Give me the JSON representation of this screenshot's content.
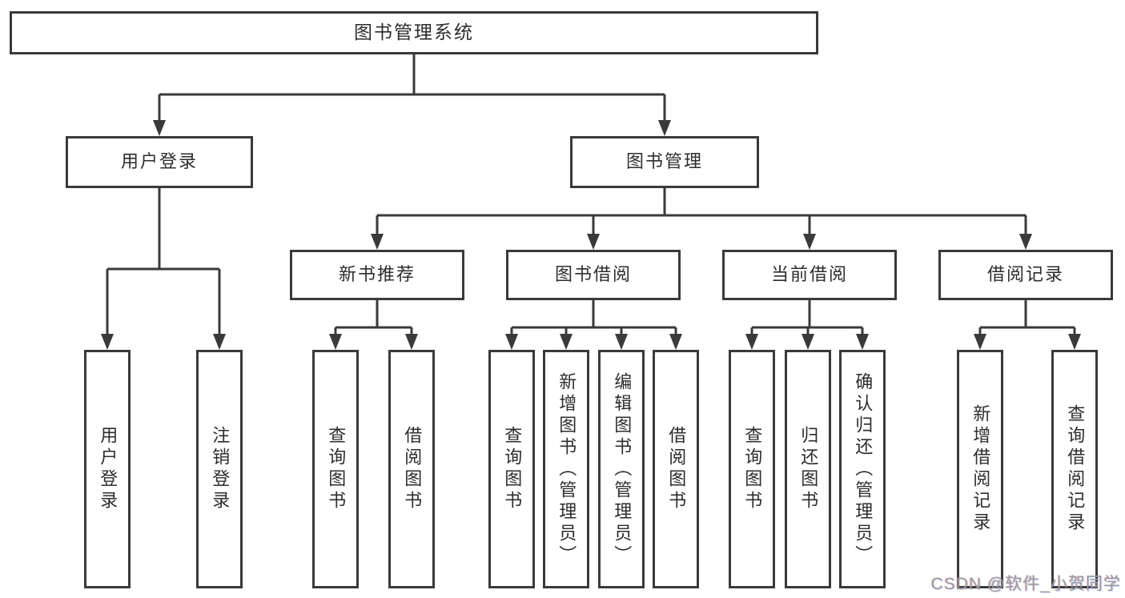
{
  "diagram": {
    "title": "图书管理系统",
    "watermark": "CSDN @软件_小贺同学",
    "colors": {
      "line": "#3a3a3a",
      "box_bg": "#ffffff",
      "text": "#2d2d2d",
      "watermark": "#9b9b9b",
      "background": "#ffffff"
    },
    "tree": {
      "label": "图书管理系统",
      "children": [
        {
          "label": "用户登录",
          "children": [
            {
              "label": "用户登录"
            },
            {
              "label": "注销登录"
            }
          ]
        },
        {
          "label": "图书管理",
          "children": [
            {
              "label": "新书推荐",
              "children": [
                {
                  "label": "查询图书"
                },
                {
                  "label": "借阅图书"
                }
              ]
            },
            {
              "label": "图书借阅",
              "children": [
                {
                  "label": "查询图书"
                },
                {
                  "label": "新增图书（管理员）"
                },
                {
                  "label": "编辑图书（管理员）"
                },
                {
                  "label": "借阅图书"
                }
              ]
            },
            {
              "label": "当前借阅",
              "children": [
                {
                  "label": "查询图书"
                },
                {
                  "label": "归还图书"
                },
                {
                  "label": "确认归还（管理员）"
                }
              ]
            },
            {
              "label": "借阅记录",
              "children": [
                {
                  "label": "新增借阅记录"
                },
                {
                  "label": "查询借阅记录"
                }
              ]
            }
          ]
        }
      ]
    }
  }
}
